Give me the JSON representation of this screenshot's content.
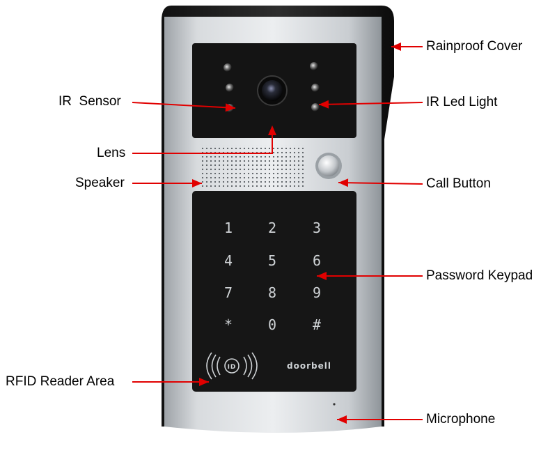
{
  "device": {
    "brand_text": "doorbell",
    "rfid_icon_text": "ID",
    "keypad_keys": [
      "1",
      "2",
      "3",
      "4",
      "5",
      "6",
      "7",
      "8",
      "9",
      "*",
      "0",
      "#"
    ]
  },
  "labels": {
    "rainproof_cover": "Rainproof Cover",
    "ir_sensor": "IR  Sensor",
    "ir_led_light": "IR Led Light",
    "lens": "Lens",
    "speaker": "Speaker",
    "call_button": "Call Button",
    "password_keypad": "Password Keypad",
    "rfid_reader_area": "RFID Reader Area",
    "microphone": "Microphone"
  },
  "colors": {
    "arrow": "#e10000",
    "panel": "#1a1a1a",
    "metal_light": "#e3e5e7",
    "metal_dark": "#8c9196",
    "cover": "#2b2b2b"
  }
}
